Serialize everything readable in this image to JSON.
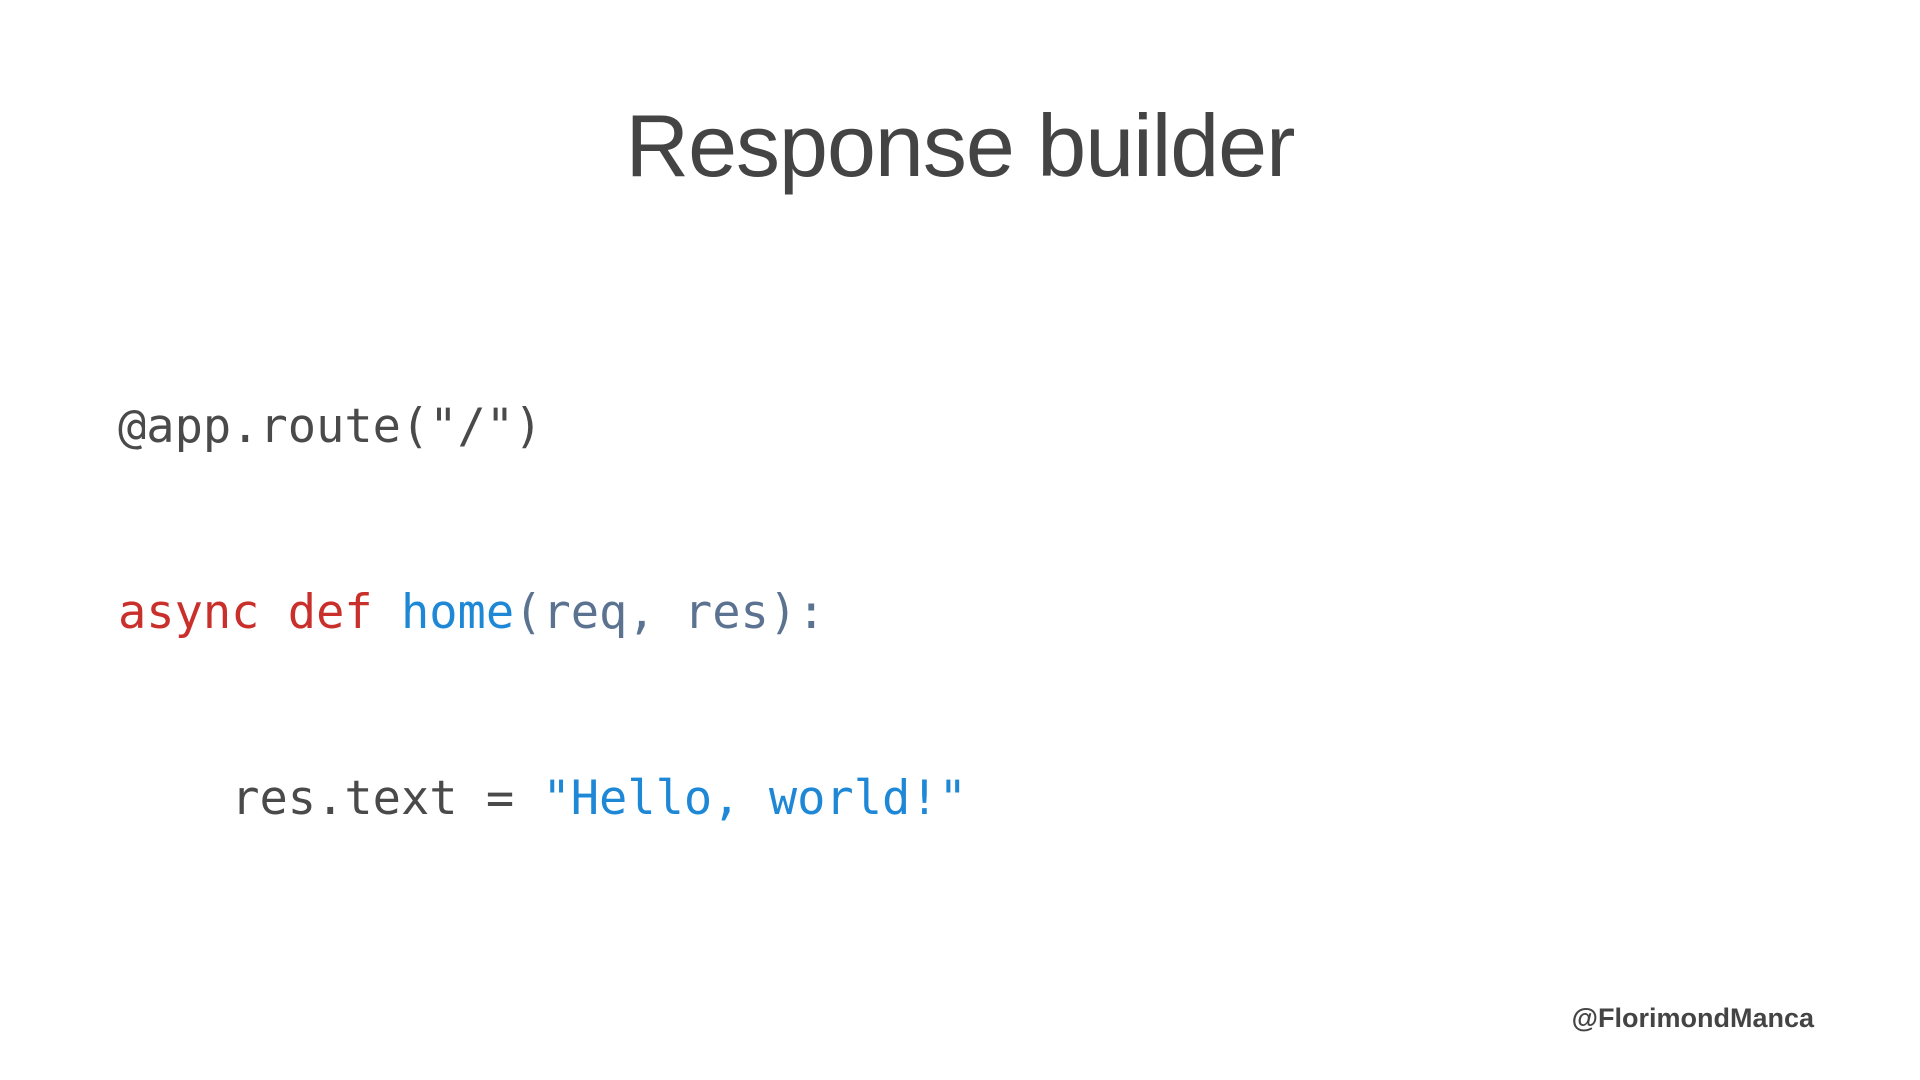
{
  "slide": {
    "title": "Response builder",
    "code": {
      "line1": {
        "decorator": "@app.route(\"/\")"
      },
      "line2": {
        "kw_async": "async",
        "kw_def": "def",
        "func_name": "home",
        "params": "(req, res):"
      },
      "line3": {
        "statement": "res.text = ",
        "string_literal": "\"Hello, world!\""
      }
    },
    "footer_handle": "@FlorimondManca"
  },
  "colors": {
    "title": "#444444",
    "code_default": "#4a4a4a",
    "keyword": "#c9302c",
    "function_name": "#1e88d6",
    "params": "#5b7391",
    "string": "#1e88d6",
    "background": "#ffffff"
  }
}
